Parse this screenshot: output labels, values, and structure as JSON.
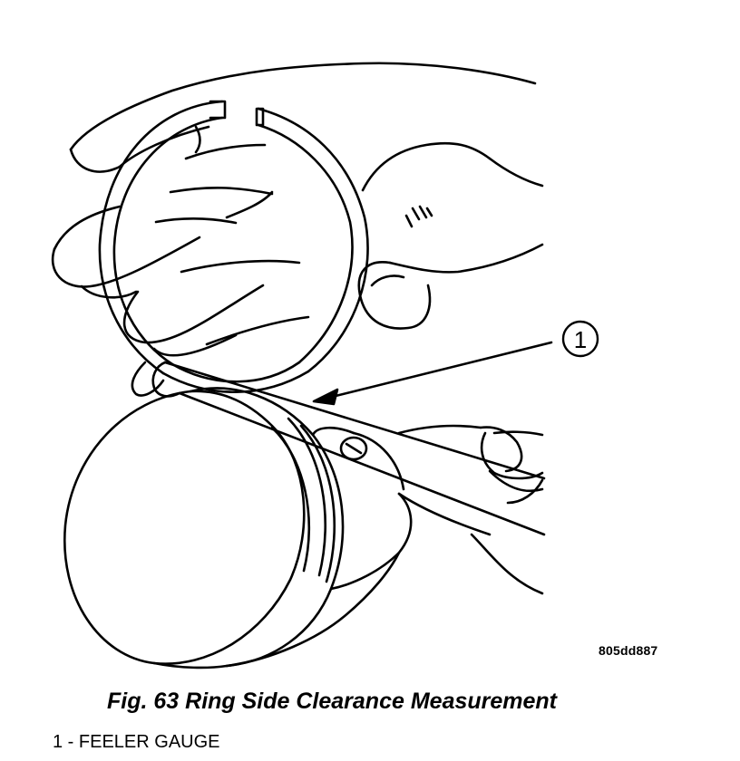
{
  "figure": {
    "number": "Fig. 63",
    "title": "Ring Side Clearance Measurement",
    "image_code": "805dd887"
  },
  "callouts": [
    {
      "number": "1",
      "label": "FEELER GAUGE"
    }
  ],
  "legend": [
    {
      "number": "1",
      "separator": " - ",
      "label": "FEELER GAUGE"
    }
  ]
}
